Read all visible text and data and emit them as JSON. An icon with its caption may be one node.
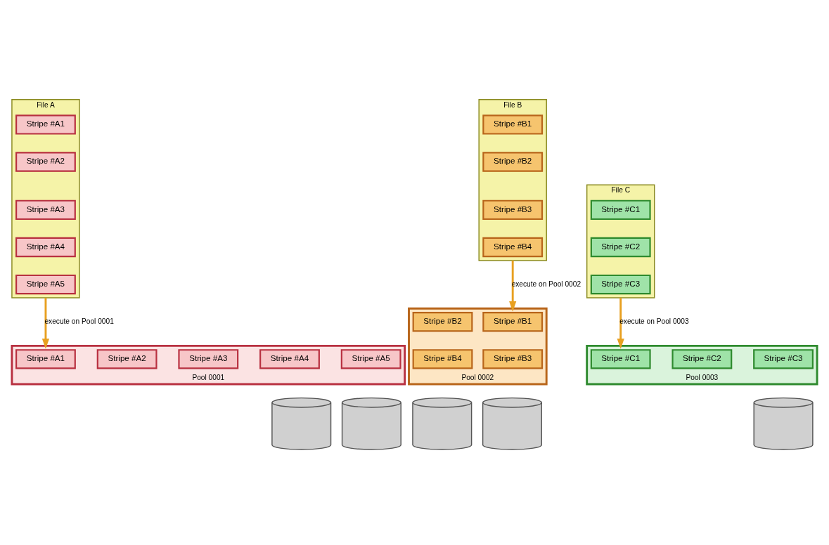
{
  "diagram": {
    "nodes": [
      {
        "text": [
          "File A"
        ]
      },
      {
        "text": [
          "Stripe #A1"
        ],
        "in": 0
      },
      {
        "text": [
          "Stripe #A2"
        ],
        "in": 0
      },
      {
        "text": [
          "Stripe #A3"
        ],
        "in": 0
      },
      {
        "text": [
          "Stripe #A4"
        ],
        "in": 0
      },
      {
        "text": [
          "Stripe #A5"
        ],
        "in": 0
      },
      {
        "text": [
          "File B"
        ]
      },
      {
        "text": [
          "Stripe #B1"
        ],
        "in": 6
      },
      {
        "text": [
          "Stripe #B2"
        ],
        "in": 6
      },
      {
        "text": [
          "Stripe #B3"
        ],
        "in": 6
      },
      {
        "text": [
          "Stripe #B4"
        ],
        "in": 6
      },
      {
        "text": [
          "File C"
        ]
      },
      {
        "text": [
          "Stripe #C1"
        ],
        "in": 11
      },
      {
        "text": [
          "Stripe #C2"
        ],
        "in": 11
      },
      {
        "text": [
          "Stripe #C3"
        ],
        "in": 11
      },
      {
        "text": [],
        "shape": "cylinder"
      },
      {
        "text": [],
        "shape": "cylinder"
      },
      {
        "text": [],
        "shape": "cylinder"
      },
      {
        "text": [],
        "shape": "cylinder"
      },
      {
        "text": [],
        "shape": "cylinder"
      },
      {
        "text": [
          "Pool 0001"
        ]
      },
      {
        "text": [
          "Stripe #A1"
        ],
        "in": 20
      },
      {
        "text": [
          "Stripe #A2"
        ],
        "in": 20
      },
      {
        "text": [
          "Stripe #A3"
        ],
        "in": 20
      },
      {
        "text": [
          "Stripe #A4"
        ],
        "in": 20
      },
      {
        "text": [
          "Stripe #A5"
        ],
        "in": 20
      },
      {
        "text": [
          "Pool 0002"
        ]
      },
      {
        "text": [
          "Stripe #B1"
        ],
        "in": 26
      },
      {
        "text": [
          "Stripe #B2"
        ],
        "in": 26
      },
      {
        "text": [
          "Stripe #B3"
        ],
        "in": 26
      },
      {
        "text": [
          "Stripe #B4"
        ],
        "in": 26
      },
      {
        "text": [
          "Pool 0003"
        ]
      },
      {
        "text": [
          "Stripe #C1"
        ],
        "in": 31
      },
      {
        "text": [
          "Stripe #C2"
        ],
        "in": 31
      },
      {
        "text": [
          "Stripe #C3"
        ],
        "in": 31
      }
    ],
    "edges": [
      {
        "from": 0,
        "to": 20,
        "arrow": "to",
        "label": "execute on Pool 0001"
      },
      {
        "from": 6,
        "to": 26,
        "arrow": "to",
        "label": "execute on Pool 0002"
      },
      {
        "from": 11,
        "to": 31,
        "arrow": "to",
        "label": "execute on Pool 0003"
      }
    ]
  }
}
